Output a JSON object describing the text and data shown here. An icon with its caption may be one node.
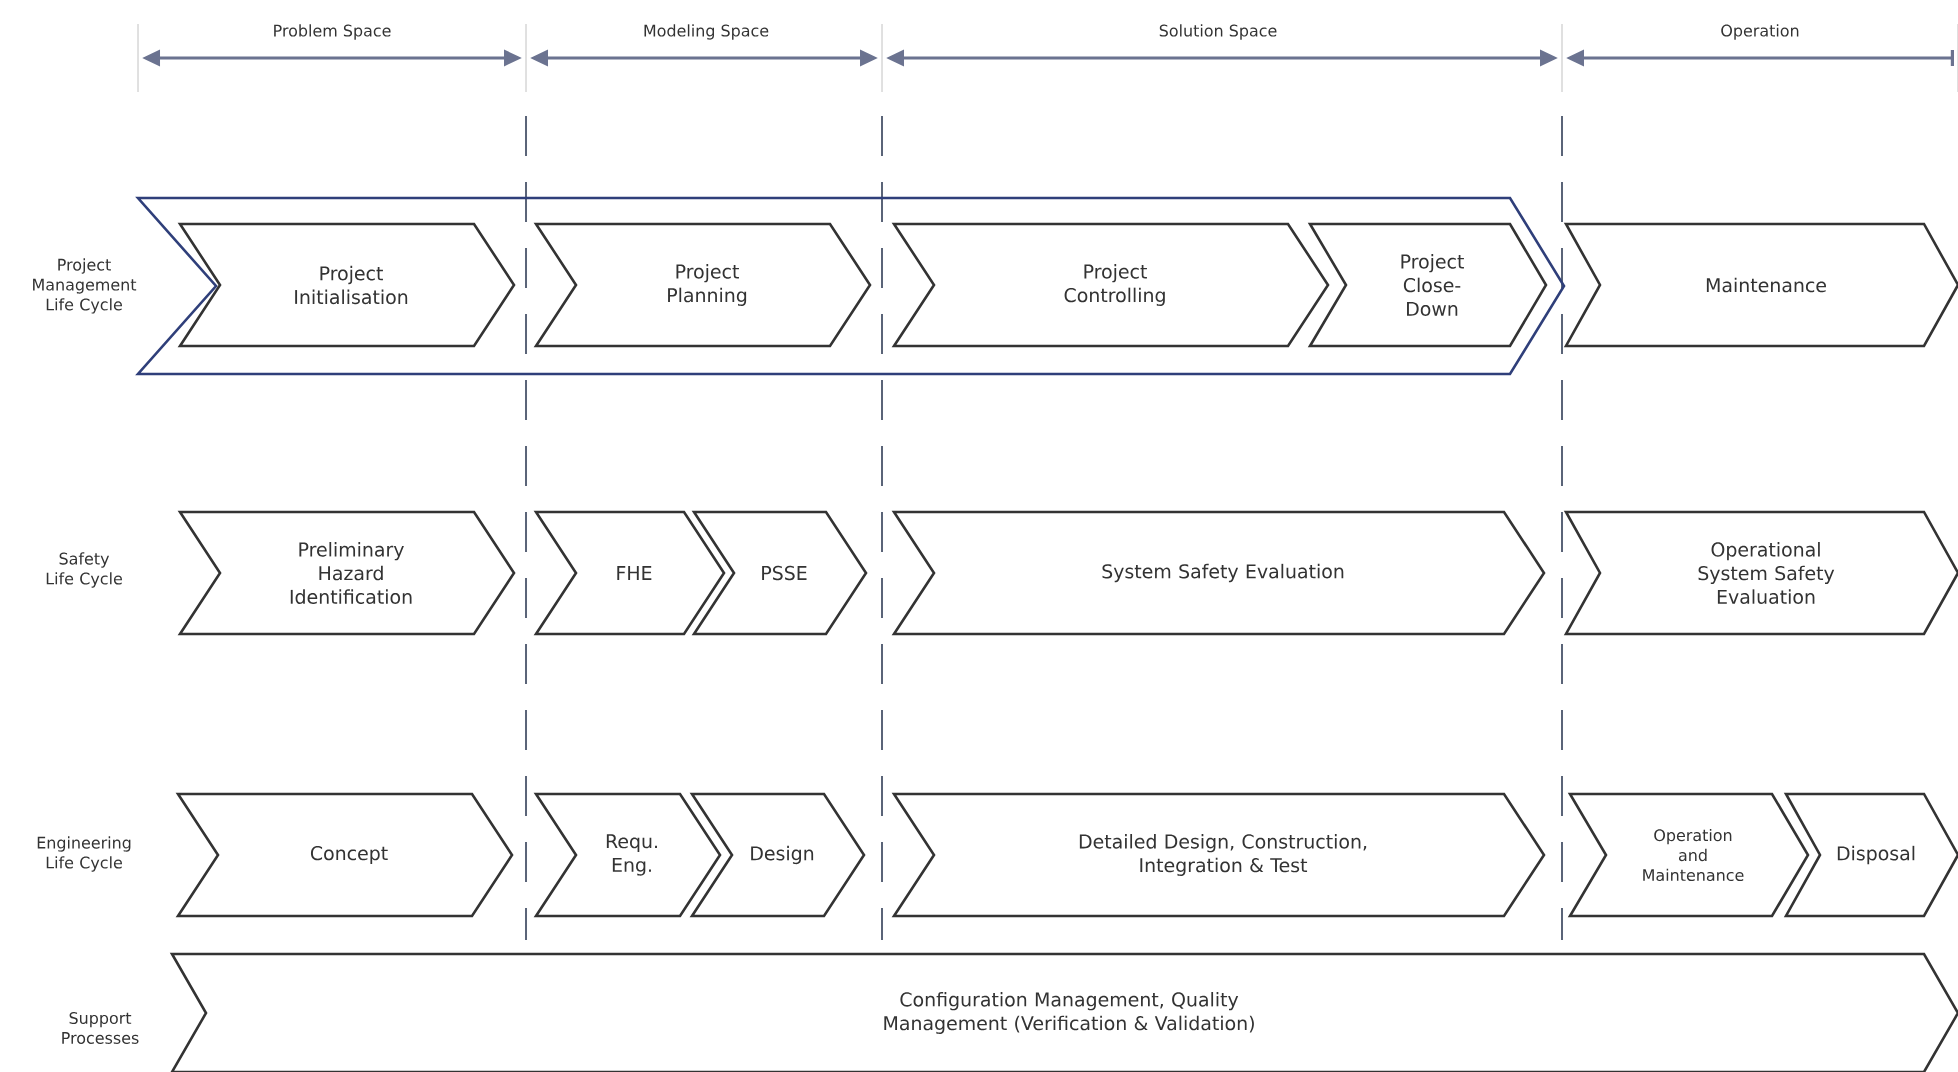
{
  "diagram": {
    "nodes": [
      {
        "text": [],
        "shape": "chevron"
      },
      {
        "text": [
          "Project Initialisation"
        ],
        "in": 0
      },
      {
        "text": [
          "Project Planning"
        ],
        "in": 0
      },
      {
        "text": [
          "Project Controlling"
        ],
        "in": 0
      },
      {
        "text": [
          "Project Close-Down"
        ],
        "in": 0
      },
      {
        "text": [
          "Maintenance"
        ]
      },
      {
        "text": [
          "Preliminary Hazard Identification"
        ]
      },
      {
        "text": [
          "FHE"
        ]
      },
      {
        "text": [
          "PSSE"
        ]
      },
      {
        "text": [
          "System Safety Evaluation"
        ]
      },
      {
        "text": [
          "Operational System Safety Evaluation"
        ]
      },
      {
        "text": [
          "Concept"
        ]
      },
      {
        "text": [
          "Requ. Eng."
        ]
      },
      {
        "text": [
          "Design"
        ]
      },
      {
        "text": [
          "Detailed Design, Construction, Integration & Test"
        ]
      },
      {
        "text": [
          "Operation and Maintenance"
        ]
      },
      {
        "text": [
          "Disposal"
        ]
      },
      {
        "text": [
          "Configuration Management, Quality Management (Verification & Validation)"
        ]
      }
    ],
    "labels": [
      "Problem Space",
      "Modeling Space",
      "Solution Space",
      "Operation",
      "Project Management Life Cycle",
      "Safety Life Cycle",
      "Engineering Life Cycle",
      "Support Processes"
    ]
  }
}
